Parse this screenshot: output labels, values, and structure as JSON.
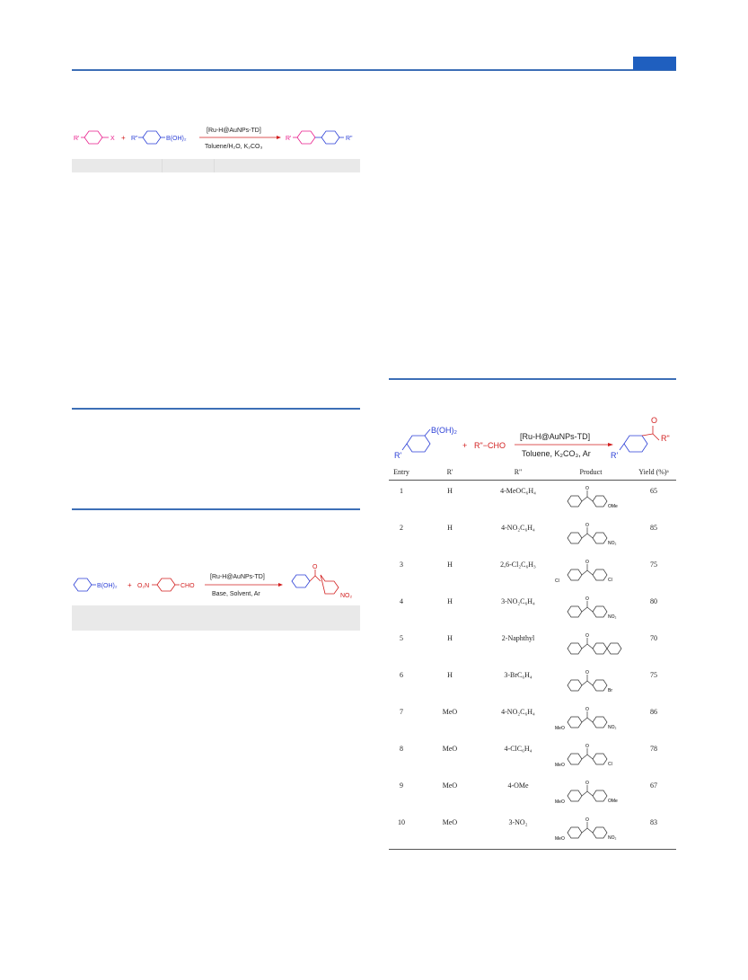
{
  "scheme1": {
    "r_prime": "R'",
    "x": "X",
    "plus": "+",
    "r_dprime": "R\"",
    "boronic": "B(OH)₂",
    "catalyst": "[Ru-H@AuNPs-TD]",
    "conditions": "Toluene/H₂O, K₂CO₃",
    "prod_r_prime": "R'",
    "prod_r_dprime": "R\"",
    "colors": {
      "pink": "#e91e8c",
      "blue": "#2b3fd6",
      "red": "#d21f1f"
    }
  },
  "scheme2": {
    "boronic": "B(OH)₂",
    "plus": "+",
    "no2": "O₂N",
    "cho": "CHO",
    "catalyst": "[Ru-H@AuNPs-TD]",
    "conditions": "Base, Solvent, Ar",
    "o": "O",
    "prod_no2": "NO₂"
  },
  "scheme3": {
    "boronic": "B(OH)₂",
    "r_prime": "R'",
    "plus": "+",
    "aldehyde": "R\"−CHO",
    "catalyst": "[Ru-H@AuNPs-TD]",
    "conditions": "Toluene, K₂CO₃, Ar",
    "o": "O",
    "prod_r_dprime": "R\"",
    "prod_r_prime": "R'"
  },
  "table": {
    "headers": [
      "Entry",
      "R'",
      "R\"",
      "Product",
      "Yield (%)ᵃ"
    ],
    "rows": [
      {
        "entry": "1",
        "r1": "H",
        "r2": "4-MeOC₆H₄",
        "sub": "OMe",
        "sub2": "",
        "yield": "65"
      },
      {
        "entry": "2",
        "r1": "H",
        "r2": "4-NO₂C₆H₄",
        "sub": "NO₂",
        "sub2": "",
        "yield": "85"
      },
      {
        "entry": "3",
        "r1": "H",
        "r2": "2,6-Cl₂C₆H₃",
        "sub": "Cl",
        "sub2": "Cl",
        "yield": "75"
      },
      {
        "entry": "4",
        "r1": "H",
        "r2": "3-NO₂C₆H₄",
        "sub": "NO₂",
        "sub2": "",
        "yield": "80"
      },
      {
        "entry": "5",
        "r1": "H",
        "r2": "2-Naphthyl",
        "sub": "",
        "sub2": "",
        "yield": "70"
      },
      {
        "entry": "6",
        "r1": "H",
        "r2": "3-BrC₆H₄",
        "sub": "Br",
        "sub2": "",
        "yield": "75"
      },
      {
        "entry": "7",
        "r1": "MeO",
        "r2": "4-NO₂C₆H₄",
        "sub": "NO₂",
        "sub2": "MeO",
        "yield": "86"
      },
      {
        "entry": "8",
        "r1": "MeO",
        "r2": "4-ClC₆H₄",
        "sub": "Cl",
        "sub2": "MeO",
        "yield": "78"
      },
      {
        "entry": "9",
        "r1": "MeO",
        "r2": "4-OMe",
        "sub": "OMe",
        "sub2": "MeO",
        "yield": "67"
      },
      {
        "entry": "10",
        "r1": "MeO",
        "r2": "3-NO₂",
        "sub": "NO₂",
        "sub2": "MeO",
        "yield": "83"
      }
    ]
  }
}
